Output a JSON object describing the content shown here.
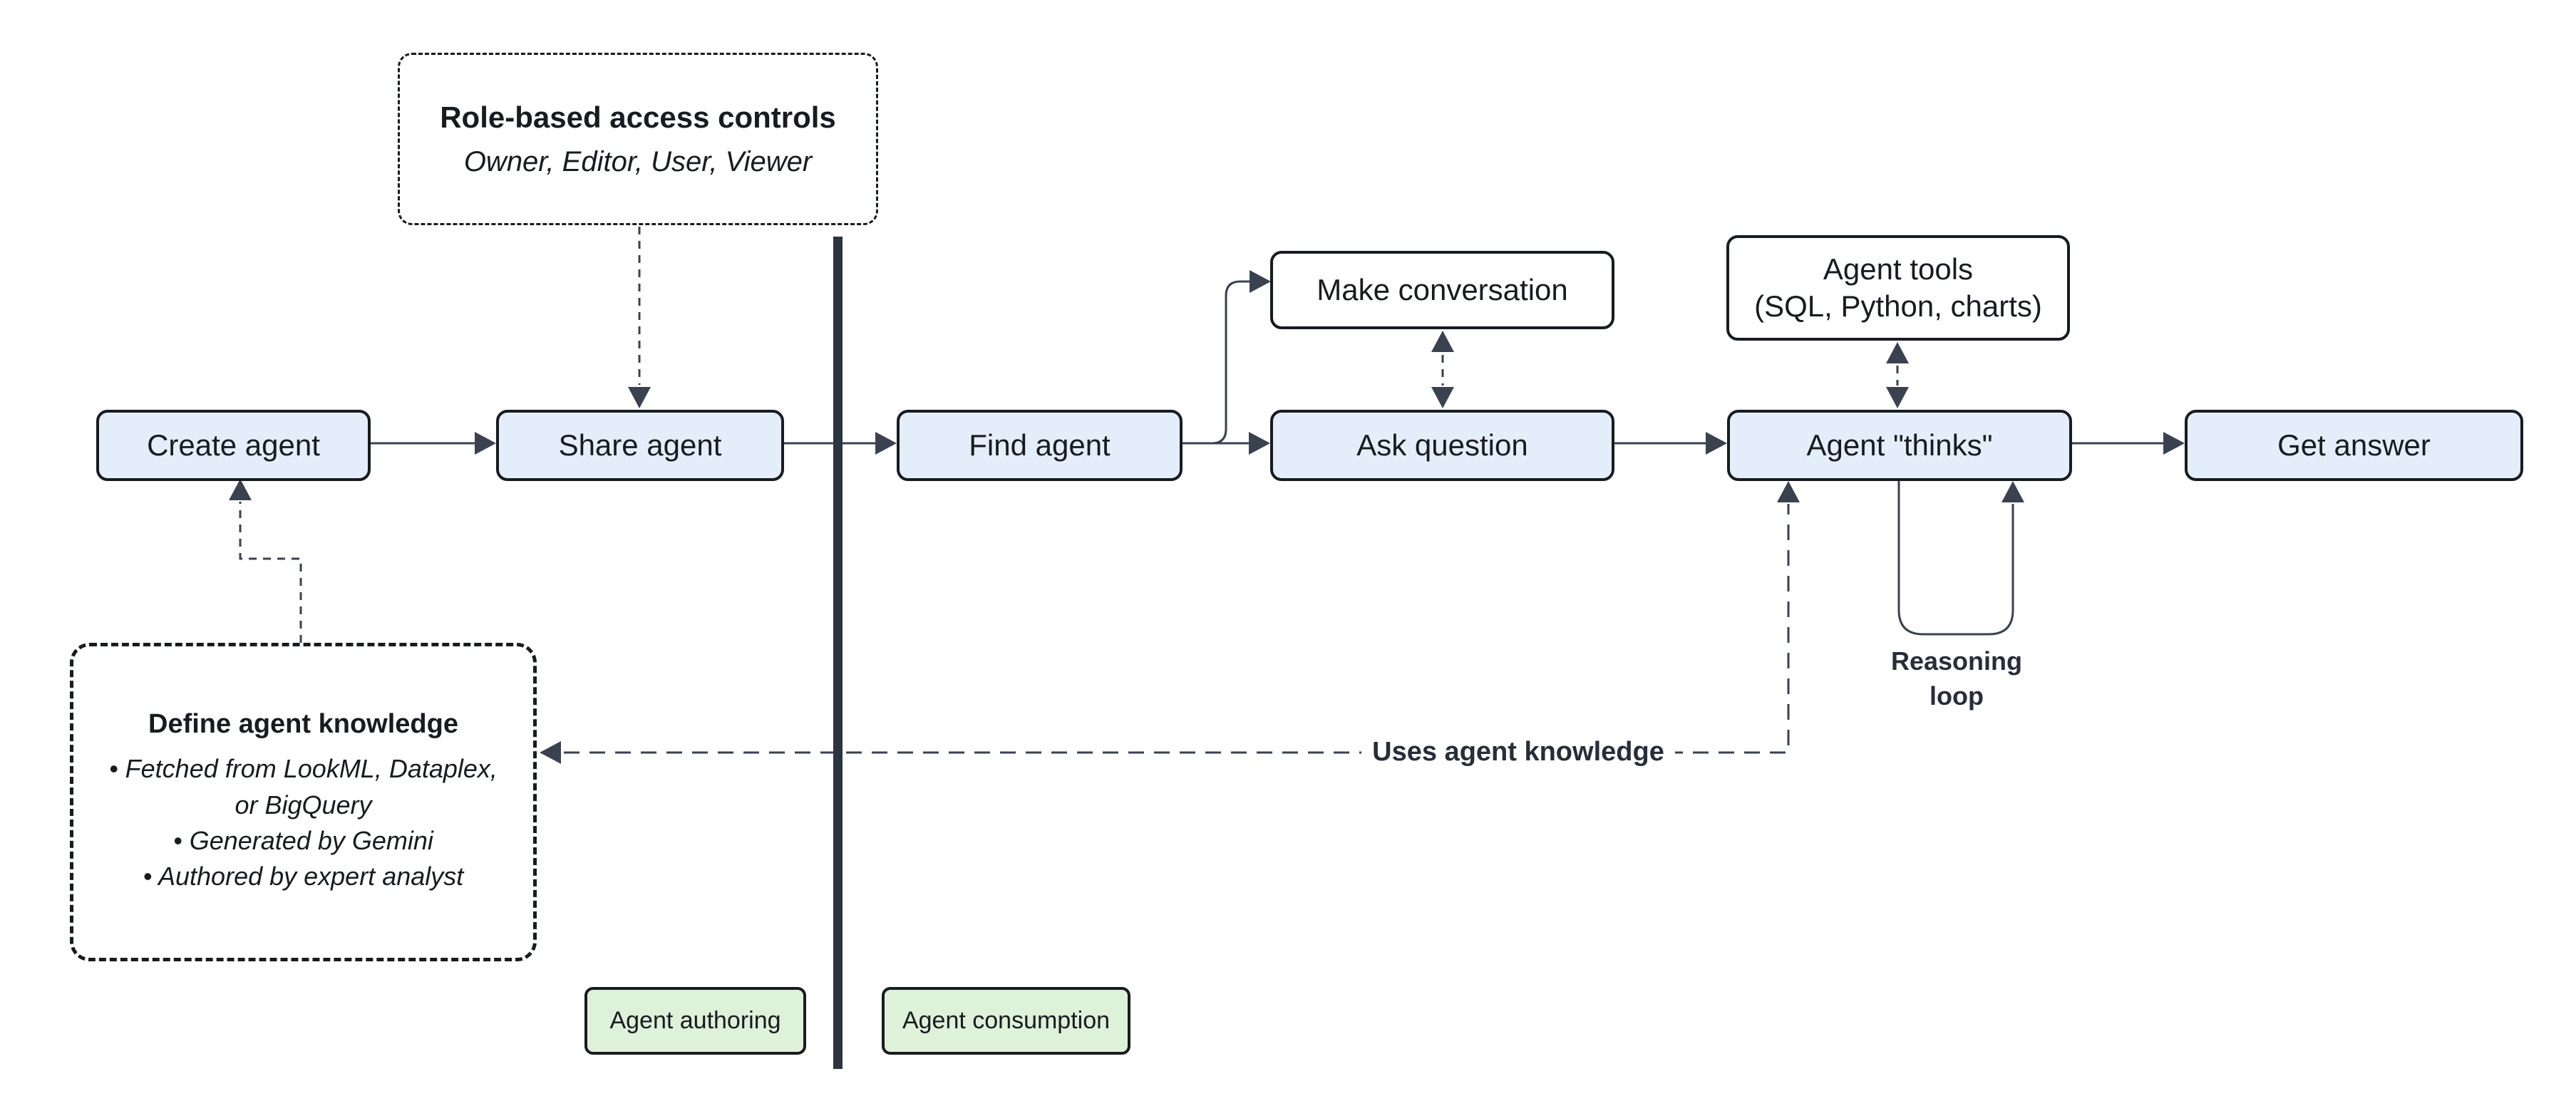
{
  "diagram": {
    "colors": {
      "background": "#ffffff",
      "node_fill_blue": "#e4eefb",
      "node_fill_white": "#ffffff",
      "zone_label_fill": "#def1d9",
      "node_border": "#181b20",
      "connector": "#3a4250",
      "divider": "#2c343f",
      "text": "#181b20"
    },
    "nodes": {
      "create_agent": {
        "label": "Create agent"
      },
      "share_agent": {
        "label": "Share agent"
      },
      "find_agent": {
        "label": "Find agent"
      },
      "ask_question": {
        "label": "Ask question"
      },
      "agent_thinks": {
        "label": "Agent \"thinks\""
      },
      "get_answer": {
        "label": "Get answer"
      },
      "make_conversation": {
        "label": "Make conversation"
      },
      "agent_tools": {
        "label": "Agent tools\n(SQL, Python, charts)"
      }
    },
    "annotations": {
      "role_access": {
        "title": "Role-based access controls",
        "subtitle": "Owner, Editor, User, Viewer"
      },
      "define_knowledge": {
        "title": "Define agent knowledge",
        "bullets": [
          "• Fetched from LookML, Dataplex, or BigQuery",
          "• Generated by Gemini",
          "• Authored by expert analyst"
        ]
      },
      "reasoning_loop": {
        "label": "Reasoning\nloop"
      },
      "uses_knowledge": {
        "label": "Uses agent knowledge"
      }
    },
    "zones": {
      "authoring": {
        "label": "Agent authoring"
      },
      "consumption": {
        "label": "Agent consumption"
      }
    }
  }
}
